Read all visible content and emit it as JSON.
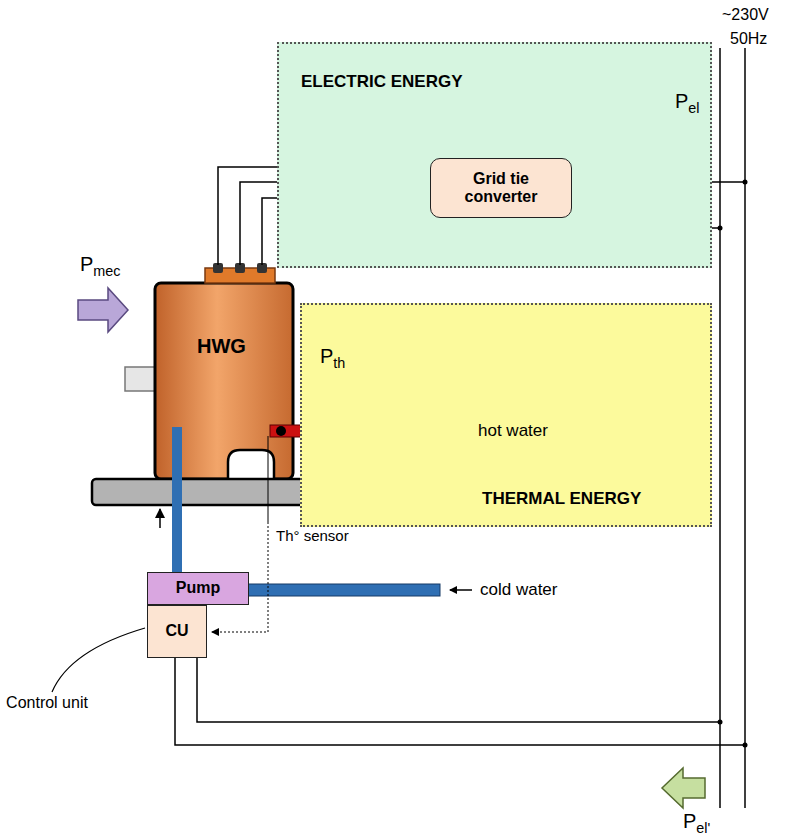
{
  "diagram": {
    "nodes": [
      {
        "text": [
          "ELECTRIC ENERGY"
        ]
      },
      {
        "text": [
          "Grid tie converter"
        ],
        "in": 0
      },
      {
        "text": [
          "HWG"
        ]
      },
      {
        "text": [
          "THERMAL ENERGY"
        ]
      },
      {
        "text": [
          "Pump"
        ]
      },
      {
        "text": [
          "CU"
        ]
      }
    ],
    "edges": [
      {
        "from": 2,
        "to": 1,
        "arrow": "none"
      },
      {
        "from": 2,
        "to": 1,
        "arrow": "none"
      },
      {
        "from": 2,
        "to": 1,
        "arrow": "none"
      },
      {
        "from": 4,
        "to": 2,
        "arrow": "to"
      }
    ],
    "labels": [
      "~230V",
      "50Hz",
      "Pel",
      "Pmec",
      "Pth",
      "hot water",
      "cold water",
      "Th° sensor",
      "Control unit",
      "Pel'"
    ]
  }
}
